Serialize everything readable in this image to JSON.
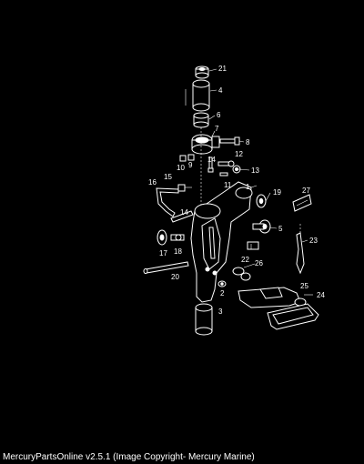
{
  "footer": {
    "text": "MercuryPartsOnline v2.5.1 (Image Copyright- Mercury Marine)"
  },
  "callouts": [
    "21",
    "4",
    "6",
    "7",
    "8",
    "9",
    "10",
    "14",
    "12",
    "13",
    "11",
    "1",
    "15",
    "16",
    "19",
    "27",
    "14",
    "5",
    "23",
    "17",
    "18",
    "22",
    "26",
    "20",
    "2",
    "25",
    "24",
    "3"
  ]
}
